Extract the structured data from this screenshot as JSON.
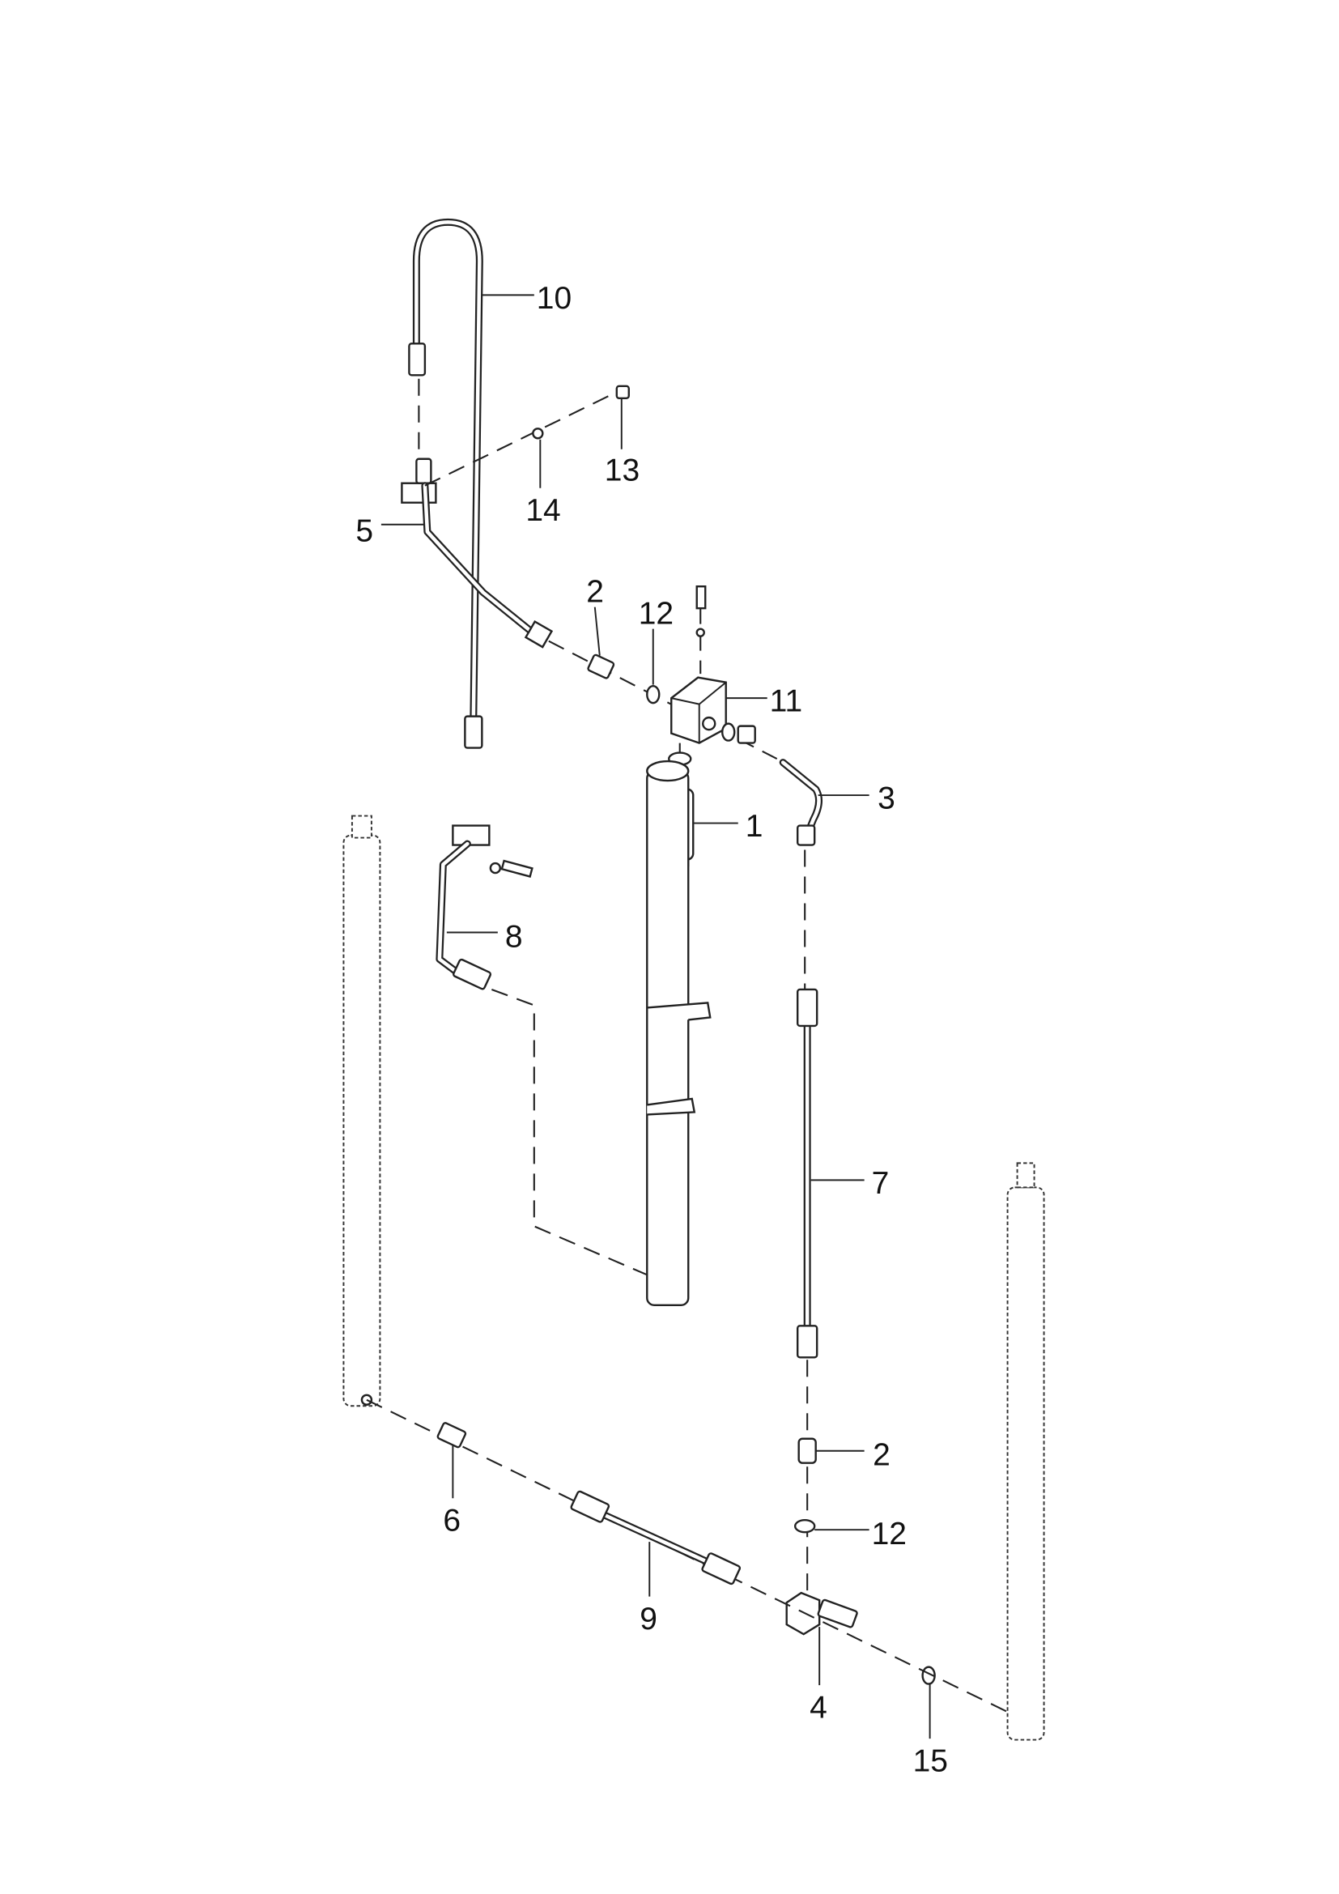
{
  "diagram": {
    "type": "exploded-parts-diagram",
    "callouts": [
      "10",
      "13",
      "14",
      "5",
      "2",
      "12",
      "11",
      "3",
      "1",
      "8",
      "7",
      "2",
      "12",
      "6",
      "9",
      "4",
      "15"
    ]
  }
}
